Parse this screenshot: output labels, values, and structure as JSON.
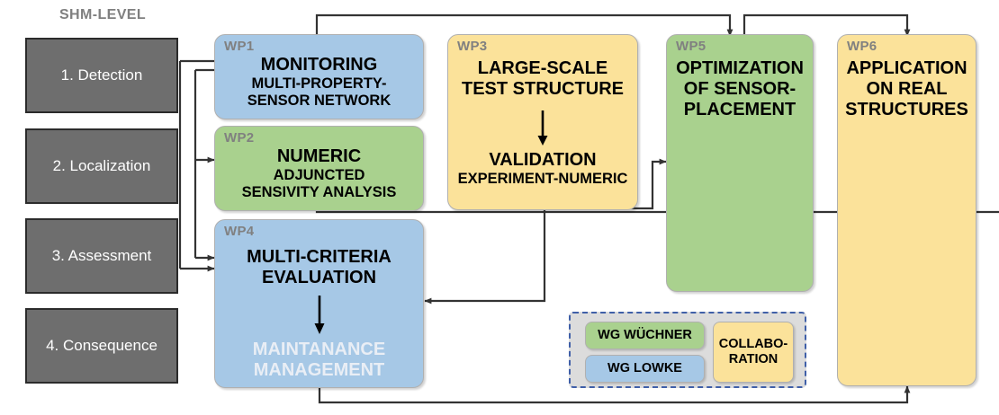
{
  "shm": {
    "title": "SHM-LEVEL",
    "levels": [
      {
        "label": "1. Detection"
      },
      {
        "label": "2. Localization"
      },
      {
        "label": "3. Assessment"
      },
      {
        "label": "4. Consequence"
      }
    ]
  },
  "packages": [
    {
      "tag": "WP1",
      "color": "#a6c8e6",
      "color_name": "blue",
      "lines": [
        {
          "text": "MONITORING",
          "size": "big"
        },
        {
          "text": "MULTI-PROPERTY-",
          "size": "small"
        },
        {
          "text": "SENSOR NETWORK",
          "size": "small"
        }
      ]
    },
    {
      "tag": "WP2",
      "color": "#a9d18e",
      "color_name": "green",
      "lines": [
        {
          "text": "NUMERIC",
          "size": "big"
        },
        {
          "text": "ADJUNCTED",
          "size": "small"
        },
        {
          "text": "SENSIVITY ANALYSIS",
          "size": "small"
        }
      ]
    },
    {
      "tag": "WP3",
      "color": "#fbe29a",
      "color_name": "yellow",
      "lines": [
        {
          "text": "LARGE-SCALE",
          "size": "big"
        },
        {
          "text": "TEST STRUCTURE",
          "size": "big"
        },
        {
          "text": "VALIDATION",
          "size": "big"
        },
        {
          "text": "EXPERIMENT-NUMERIC",
          "size": "small"
        }
      ]
    },
    {
      "tag": "WP4",
      "color": "#a6c8e6",
      "color_name": "blue",
      "lines": [
        {
          "text": "MULTI-CRITERIA",
          "size": "big"
        },
        {
          "text": "EVALUATION",
          "size": "big"
        },
        {
          "text": "MAINTANANCE",
          "size": "big"
        },
        {
          "text": "MANAGEMENT",
          "size": "big"
        }
      ]
    },
    {
      "tag": "WP5",
      "color": "#a9d18e",
      "color_name": "green",
      "lines": [
        {
          "text": "OPTIMIZATION",
          "size": "big"
        },
        {
          "text": "OF SENSOR-",
          "size": "big"
        },
        {
          "text": "PLACEMENT",
          "size": "big"
        }
      ]
    },
    {
      "tag": "WP6",
      "color": "#fbe29a",
      "color_name": "yellow",
      "lines": [
        {
          "text": "APPLICATION",
          "size": "big"
        },
        {
          "text": "ON REAL",
          "size": "big"
        },
        {
          "text": "STRUCTURES",
          "size": "big"
        }
      ]
    }
  ],
  "legend": {
    "border_color": "#3f5fa8",
    "background": "#dcdcdc",
    "items": [
      {
        "label": "WG WÜCHNER",
        "color": "#a9d18e",
        "color_name": "green"
      },
      {
        "label": "WG LOWKE",
        "color": "#a6c8e6",
        "color_name": "blue"
      },
      {
        "label": "COLLABO-\nRATION",
        "line1": "COLLABO-",
        "line2": "RATION",
        "color": "#fbe29a",
        "color_name": "yellow"
      }
    ]
  },
  "wire_color": "#333333"
}
